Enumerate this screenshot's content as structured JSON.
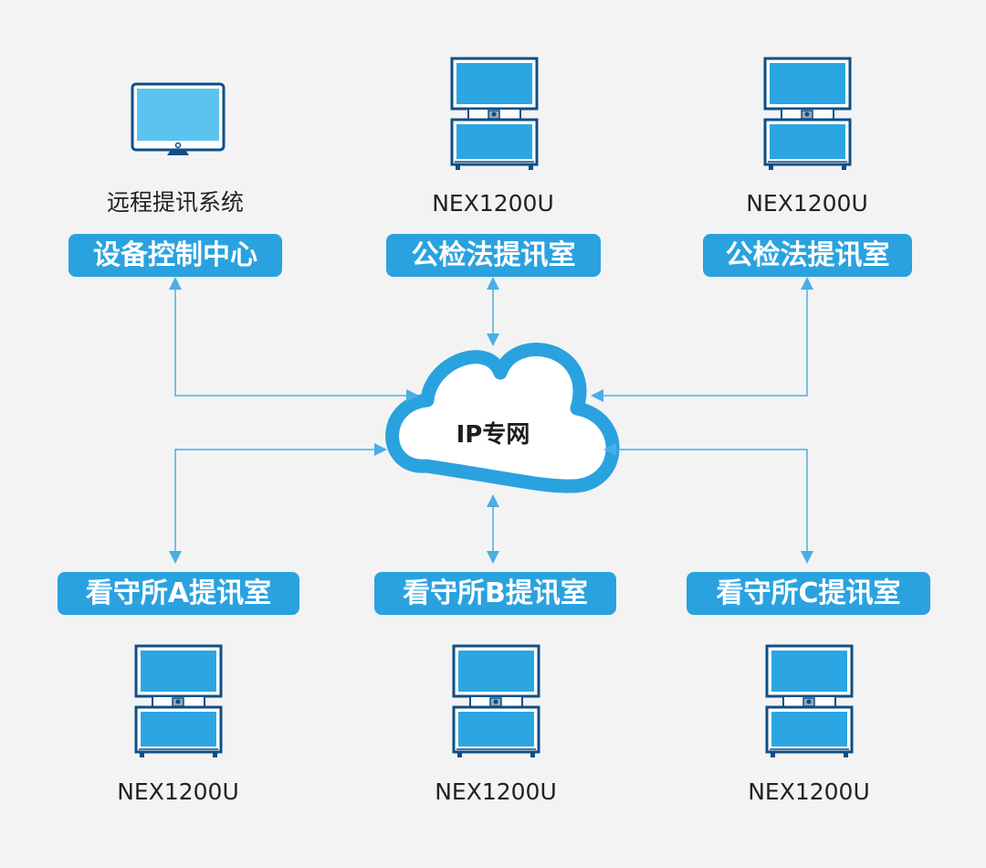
{
  "network": {
    "label": "IP专网"
  },
  "nodes": [
    {
      "id": "control",
      "device": "远程提讯系统",
      "device_icon": "desktop-monitor-icon",
      "room": "设备控制中心"
    },
    {
      "id": "court1",
      "device": "NEX1200U",
      "device_icon": "video-terminal-cabinet-icon",
      "room": "公检法提讯室"
    },
    {
      "id": "court2",
      "device": "NEX1200U",
      "device_icon": "video-terminal-cabinet-icon",
      "room": "公检法提讯室"
    },
    {
      "id": "detA",
      "device": "NEX1200U",
      "device_icon": "video-terminal-cabinet-icon",
      "room": "看守所A提讯室"
    },
    {
      "id": "detB",
      "device": "NEX1200U",
      "device_icon": "video-terminal-cabinet-icon",
      "room": "看守所B提讯室"
    },
    {
      "id": "detC",
      "device": "NEX1200U",
      "device_icon": "video-terminal-cabinet-icon",
      "room": "看守所C提讯室"
    }
  ],
  "colors": {
    "background": "#f3f3f3",
    "accent": "#2aa2df",
    "connector": "#4aaee4",
    "screen": "#2ba6e3",
    "frame": "#0d4f86"
  }
}
